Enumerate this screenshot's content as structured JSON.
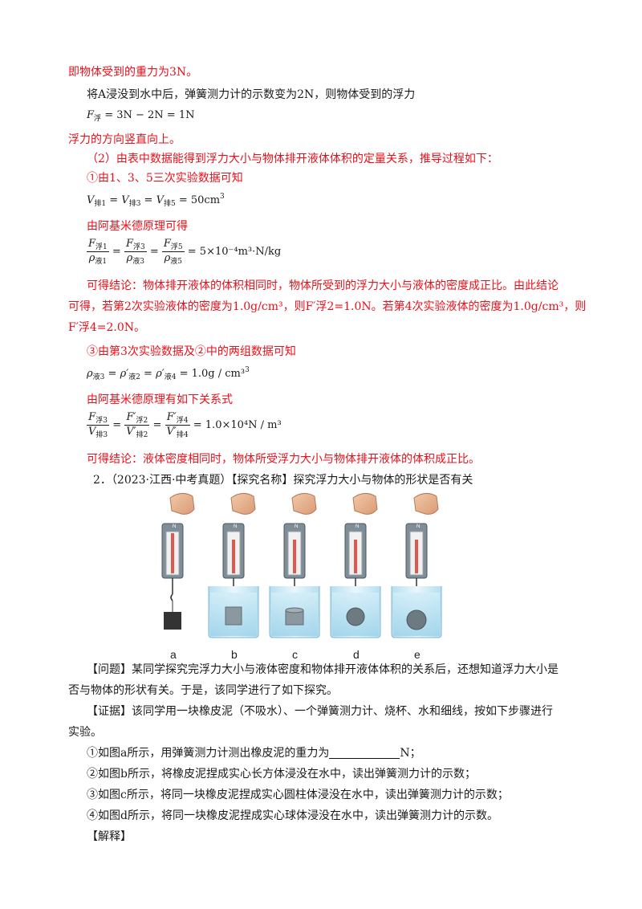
{
  "lines": {
    "l1": "即物体受到的重力为3N。",
    "l2": "将A浸没到水中后，弹簧测力计的示数变为2N，则物体受到的浮力",
    "l3_eq": "= 3N − 2N = 1N",
    "l3_F": "F",
    "l3_sub": "浮",
    "l4": "浮力的方向竖直向上。",
    "l5": "（2）由表中数据能得到浮力大小与物体排开液体体积的定量关系，推导过程如下：",
    "l6": "①由1、3、5三次实验数据可知",
    "l8": "由阿基米德原理可得",
    "l10a": "可得结论：物体排开液体的体积相同时，物体所受到的浮力大小与液体的密度成正比。由此结论",
    "l10b": "可得，若第2次实验液体的密度为1.0g/cm³，则F′浮2=1.0N。若第4次实验液体的密度为1.0g/cm³，则",
    "l10c": "F′浮4=2.0N。",
    "l11": "③由第3次实验数据及②中的两组数据可知",
    "l13": "由阿基米德原理有如下关系式",
    "l15": "可得结论：液体密度相同时，物体所受浮力大小与物体排开液体的体积成正比。",
    "q2": "2．（2023·江西·中考真题）【探究名称】探究浮力大小与物体的形状是否有关",
    "p1a": "【问题】某同学探究完浮力大小与液体密度和物体排开液体体积的关系后，还想知道浮力大小是",
    "p1b": "否与物体的形状有关。于是，该同学进行了如下探究。",
    "p2a": "【证据】该同学用一块橡皮泥（不吸水）、一个弹簧测力计、烧杯、水和细线，按如下步骤进行",
    "p2b": "实验。",
    "s1a": "①如图a所示，用弹簧测力计测出橡皮泥的重力为",
    "s1b": "N；",
    "s2": "②如图b所示，将橡皮泥捏成实心长方体浸没在水中，读出弹簧测力计的示数；",
    "s3": "③如图c所示，将同一块橡皮泥捏成实心圆柱体浸没在水中，读出弹簧测力计的示数；",
    "s4": "④如图d所示，将同一块橡皮泥捏成实心球体浸没在水中，读出弹簧测力计的示数。",
    "p3": "【解释】"
  },
  "equations": {
    "v_eq": "V排1 = V排3 = V排5 = 50cm³",
    "v_value": "= 50cm",
    "rho_result": "= 5×10⁻⁴m³·N/kg",
    "rho_eq_value": "= 1.0g / cm³",
    "fv_result": "= 1.0×10⁴N / m³",
    "f1": "F",
    "f1s": "浮1",
    "r1": "ρ",
    "r1s": "液1",
    "f3": "F",
    "f3s": "浮3",
    "r3": "ρ",
    "r3s": "液3",
    "f5": "F",
    "f5s": "浮5",
    "r5": "ρ",
    "r5s": "液5",
    "v1s": "排1",
    "v3s": "排3",
    "v5s": "排5",
    "rho3s": "液3",
    "rho2s": "液2",
    "rho4s": "液4",
    "ff3s": "浮3",
    "ff2s": "浮2",
    "ff4s": "浮4",
    "vv3s": "排3",
    "vv2s": "排2",
    "vv4s": "排4"
  },
  "figure": {
    "labels": [
      "a",
      "b",
      "c",
      "d",
      "e"
    ],
    "scale_letter": "N"
  },
  "colors": {
    "answer_red": "#e8101a",
    "water": "#bfe3f2",
    "body": "#1a1a1a"
  }
}
